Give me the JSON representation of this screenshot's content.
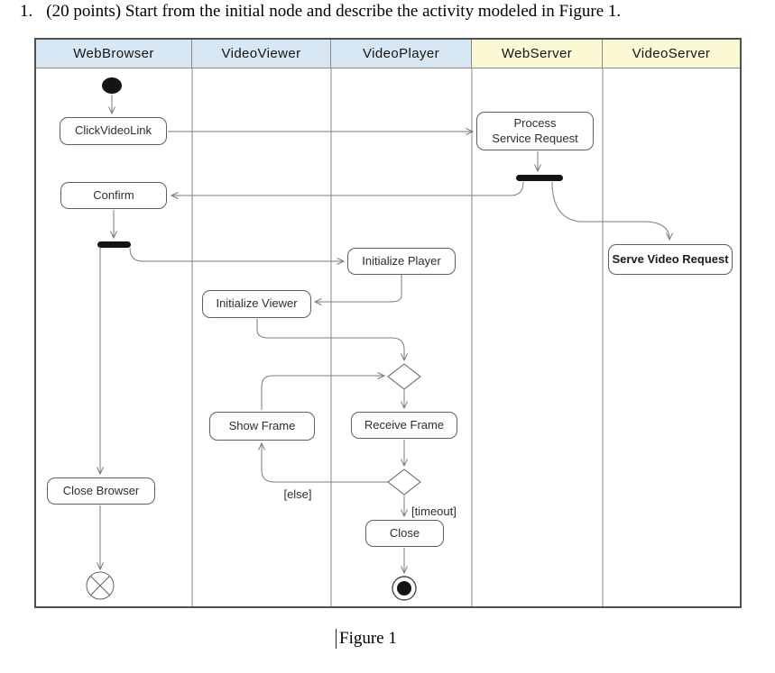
{
  "question": {
    "number": "1.",
    "text": "(20 points) Start from the initial node and describe the activity modeled in Figure 1."
  },
  "figure": {
    "caption": "Figure 1"
  },
  "diagram": {
    "lanes": [
      {
        "label": "WebBrowser",
        "color": "#d7e8f4"
      },
      {
        "label": "VideoViewer",
        "color": "#d7e8f4"
      },
      {
        "label": "VideoPlayer",
        "color": "#d7e8f4"
      },
      {
        "label": "WebServer",
        "color": "#fbf9d3"
      },
      {
        "label": "VideoServer",
        "color": "#fbf9d3"
      }
    ],
    "activities": {
      "click_video_link": "ClickVideoLink",
      "confirm": "Confirm",
      "close_browser": "Close Browser",
      "initialize_viewer": "Initialize Viewer",
      "show_frame": "Show Frame",
      "initialize_player": "Initialize Player",
      "receive_frame": "Receive Frame",
      "close": "Close",
      "process_service_request": "Process\nService Request",
      "serve_video_request": "Serve Video Request"
    },
    "guards": {
      "else_label": "[else]",
      "timeout_label": "[timeout]"
    },
    "nodes": {
      "initial": "initial-node",
      "activity_final": "activity-final-node",
      "flow_final": "flow-final-node"
    },
    "colors": {
      "lane_blue": "#d7e8f4",
      "lane_yellow": "#fbf9d3",
      "border": "#4f4f4f",
      "lane_line": "#8a8a8a",
      "arrow": "#7a7a7a",
      "fork_bar": "#141414"
    }
  }
}
